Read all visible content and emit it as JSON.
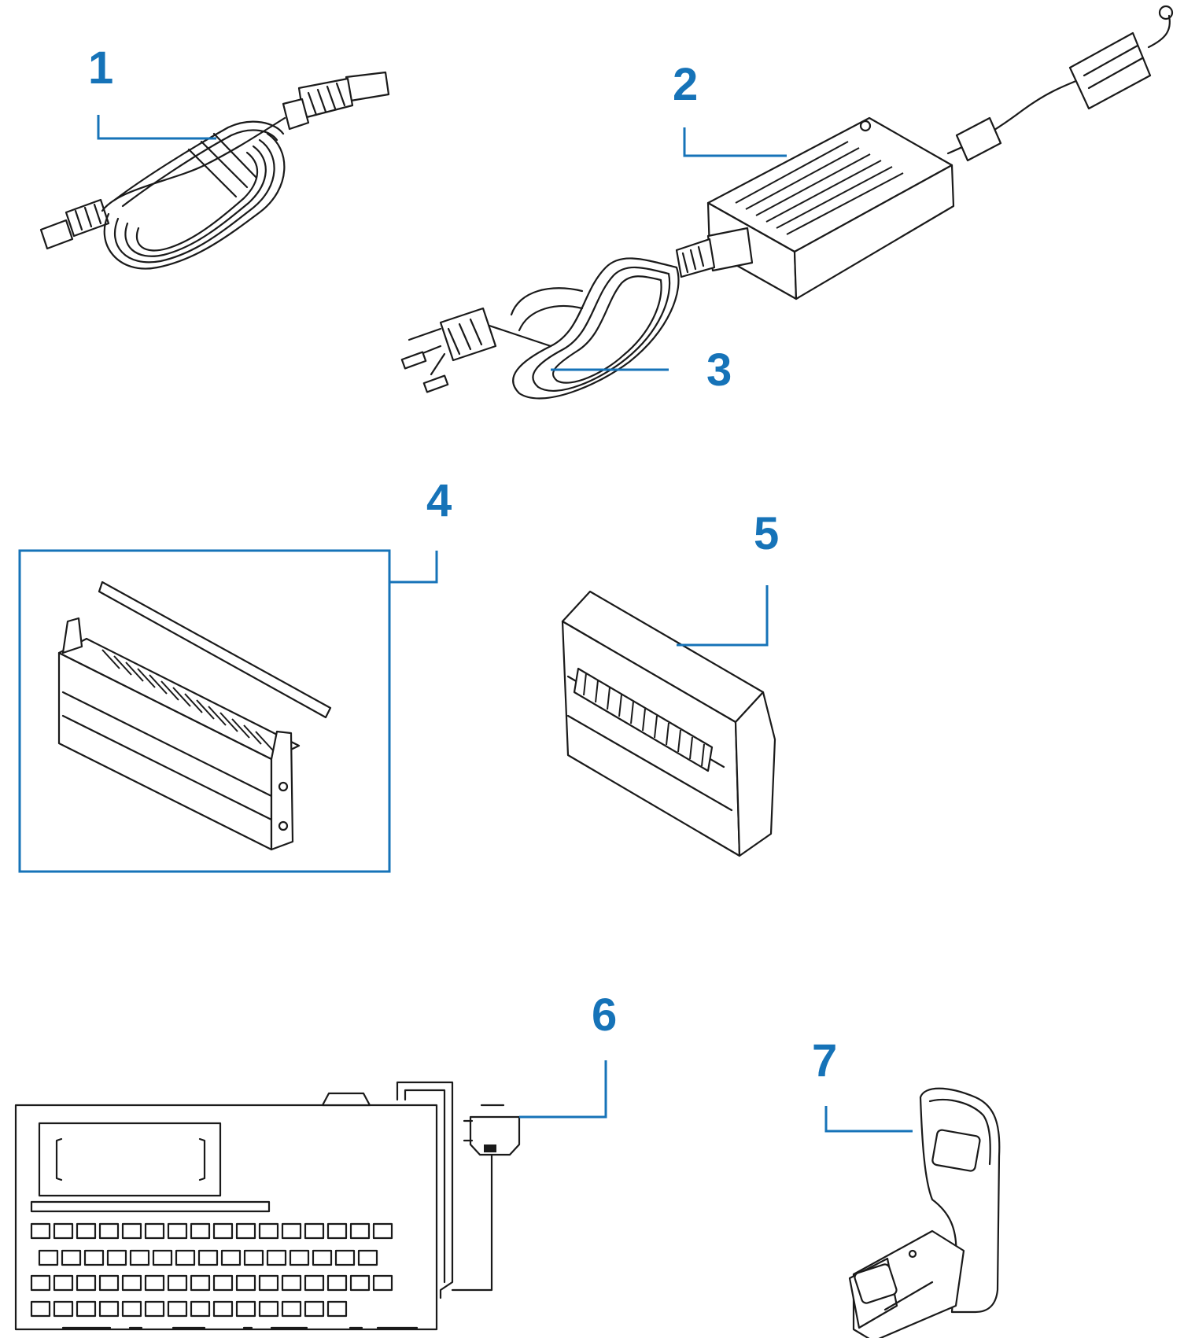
{
  "colors": {
    "accent": "#1673b8",
    "ink": "#1a1a1a",
    "background": "#ffffff"
  },
  "callouts": [
    {
      "id": "1",
      "label": "1"
    },
    {
      "id": "2",
      "label": "2"
    },
    {
      "id": "3",
      "label": "3"
    },
    {
      "id": "4",
      "label": "4"
    },
    {
      "id": "5",
      "label": "5"
    },
    {
      "id": "6",
      "label": "6"
    },
    {
      "id": "7",
      "label": "7"
    }
  ],
  "items": [
    {
      "callout": "1",
      "icon": "usb-cable-icon"
    },
    {
      "callout": "2",
      "icon": "power-adapter-icon"
    },
    {
      "callout": "3",
      "icon": "power-cord-icon"
    },
    {
      "callout": "4",
      "icon": "peeler-module-icon"
    },
    {
      "callout": "5",
      "icon": "cutter-module-icon"
    },
    {
      "callout": "6",
      "icon": "keyboard-display-unit-icon"
    },
    {
      "callout": "7",
      "icon": "kdu-bracket-icon"
    }
  ]
}
